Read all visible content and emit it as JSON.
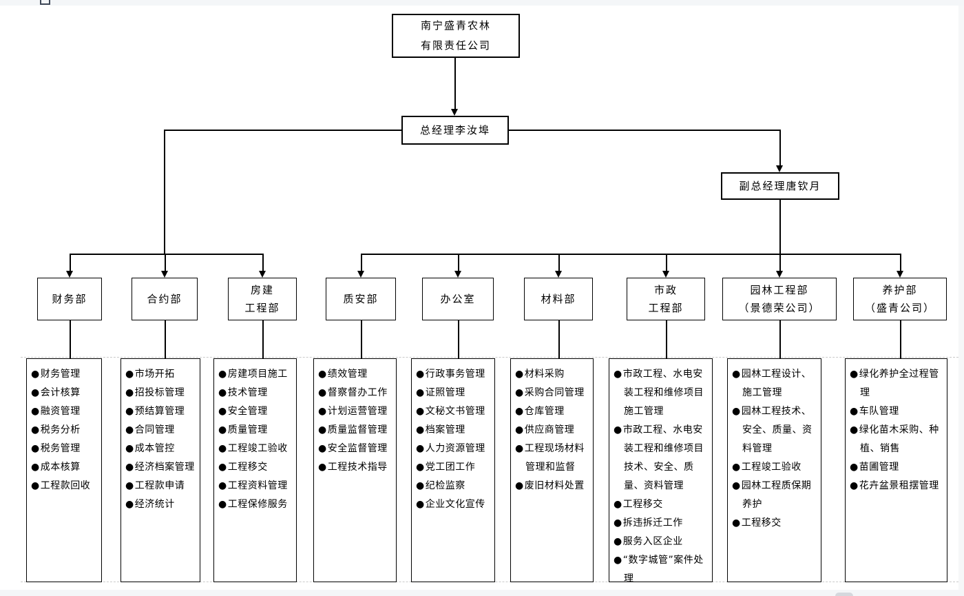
{
  "chrome": {
    "top_bar_color": "#f4f6f8",
    "bottom_bar_color": "#f4f6f8",
    "scrollbar_thumb_color": "#d5d8dd",
    "tab_icon": "window-icon"
  },
  "org_chart": {
    "company": {
      "name_lines": [
        "南宁盛青农林",
        "有限责任公司"
      ]
    },
    "general_manager": {
      "title": "总经理李汝埠"
    },
    "deputy_general_manager": {
      "title": "副总经理唐钦月"
    },
    "departments": [
      {
        "name_lines": [
          "财务部"
        ],
        "duties": [
          "财务管理",
          "会计核算",
          "融资管理",
          "税务分析",
          "税务管理",
          "成本核算",
          "工程款回收"
        ]
      },
      {
        "name_lines": [
          "合约部"
        ],
        "duties": [
          "市场开拓",
          "招投标管理",
          "预结算管理",
          "合同管理",
          "成本管控",
          "经济档案管理",
          "工程款申请",
          "经济统计"
        ]
      },
      {
        "name_lines": [
          "房建",
          "工程部"
        ],
        "duties": [
          "房建项目施工",
          "技术管理",
          "安全管理",
          "质量管理",
          "工程竣工验收",
          "工程移交",
          "工程资料管理",
          "工程保修服务"
        ]
      },
      {
        "name_lines": [
          "质安部"
        ],
        "duties": [
          "绩效管理",
          "督察督办工作",
          "计划运营管理",
          "质量监督管理",
          "安全监督管理",
          "工程技术指导"
        ]
      },
      {
        "name_lines": [
          "办公室"
        ],
        "duties": [
          "行政事务管理",
          "证照管理",
          "文秘文书管理",
          "档案管理",
          "人力资源管理",
          "党工团工作",
          "纪检监察",
          "企业文化宣传"
        ]
      },
      {
        "name_lines": [
          "材料部"
        ],
        "duties": [
          "材料采购",
          "采购合同管理",
          "仓库管理",
          "供应商管理",
          "工程现场材料管理和监督",
          "废旧材料处置"
        ]
      },
      {
        "name_lines": [
          "市政",
          "工程部"
        ],
        "duties": [
          "市政工程、水电安装工程和维修项目施工管理",
          "市政工程、水电安装工程和维修项目技术、安全、质量、资料管理",
          "工程移交",
          "拆违拆迁工作",
          "服务入区企业",
          "“数字城管”案件处理"
        ]
      },
      {
        "name_lines": [
          "园林工程部",
          "（景德荣公司）"
        ],
        "duties": [
          "园林工程设计、施工管理",
          "园林工程技术、安全、质量、资料管理",
          "工程竣工验收",
          "园林工程质保期养护",
          "工程移交"
        ]
      },
      {
        "name_lines": [
          "养护部",
          "（盛青公司）"
        ],
        "duties": [
          "绿化养护全过程管理",
          "车队管理",
          "绿化苗木采购、种植、销售",
          "苗圃管理",
          "花卉盆景租摆管理"
        ]
      }
    ]
  }
}
